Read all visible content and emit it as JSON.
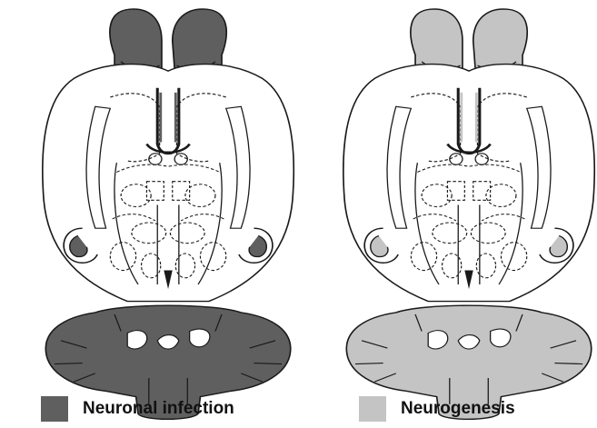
{
  "colors": {
    "background": "#ffffff",
    "outline": "#1a1a1a",
    "neuronal_infection": "#5f5f5f",
    "neurogenesis": "#c4c4c4"
  },
  "panels": [
    {
      "id": "left",
      "highlight": "neuronal_infection"
    },
    {
      "id": "right",
      "highlight": "neurogenesis"
    }
  ],
  "legend": [
    {
      "label": "Neuronal infection",
      "color": "#5f5f5f"
    },
    {
      "label": "Neurogenesis",
      "color": "#c4c4c4"
    }
  ]
}
